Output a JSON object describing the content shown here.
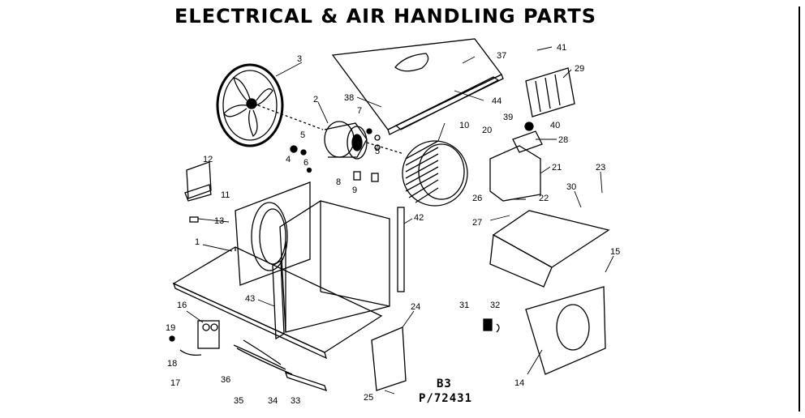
{
  "title": "ELECTRICAL & AIR HANDLING PARTS",
  "ref_code": "B3",
  "ref_number": "P/72431",
  "part_numbers": {
    "p1": "1",
    "p2": "2",
    "p3": "3",
    "p4": "4",
    "p5a": "5",
    "p5b": "5",
    "p6": "6",
    "p7": "7",
    "p8": "8",
    "p9": "9",
    "p10": "10",
    "p11": "11",
    "p12": "12",
    "p13": "13",
    "p14": "14",
    "p15": "15",
    "p16": "16",
    "p17": "17",
    "p18": "18",
    "p19": "19",
    "p20": "20",
    "p21": "21",
    "p22": "22",
    "p23": "23",
    "p24": "24",
    "p25": "25",
    "p26": "26",
    "p27": "27",
    "p28": "28",
    "p29": "29",
    "p30": "30",
    "p31": "31",
    "p32": "32",
    "p33": "33",
    "p34": "34",
    "p35": "35",
    "p36": "36",
    "p37": "37",
    "p38": "38",
    "p39": "39",
    "p40": "40",
    "p41": "41",
    "p42": "42",
    "p43": "43",
    "p44": "44"
  }
}
